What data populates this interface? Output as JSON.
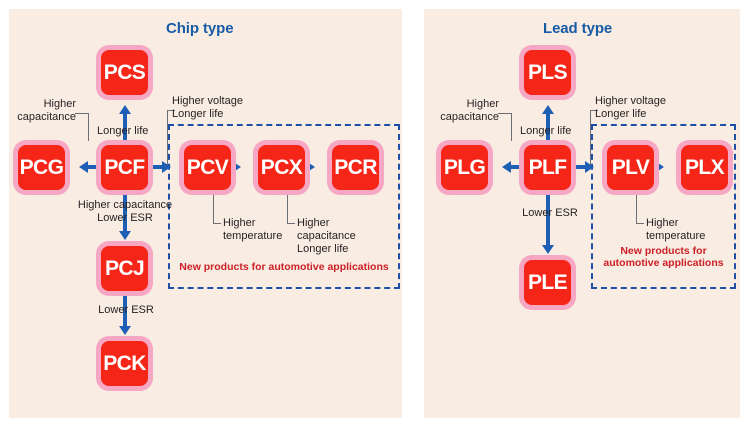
{
  "panels": [
    {
      "id": "chip",
      "title": "Chip type",
      "boxes": [
        {
          "code": "PCS"
        },
        {
          "code": "PCG"
        },
        {
          "code": "PCF"
        },
        {
          "code": "PCV"
        },
        {
          "code": "PCX"
        },
        {
          "code": "PCR"
        },
        {
          "code": "PCJ"
        },
        {
          "code": "PCK"
        }
      ],
      "notes": [
        {
          "id": "higher-capacitance-left",
          "text": "Higher\ncapacitance"
        },
        {
          "id": "longer-life-up",
          "text": "Longer life"
        },
        {
          "id": "higher-voltage-longer-life",
          "text": "Higher voltage\nLonger life"
        },
        {
          "id": "higher-capacitance-lower-esr",
          "text": "Higher capacitance\nLower ESR"
        },
        {
          "id": "lower-esr",
          "text": "Lower ESR"
        },
        {
          "id": "higher-temperature",
          "text": "Higher\ntemperature"
        },
        {
          "id": "higher-capacitance-longer-life",
          "text": "Higher\ncapacitance\nLonger life"
        }
      ],
      "dashed_caption": "New products for automotive applications"
    },
    {
      "id": "lead",
      "title": "Lead type",
      "boxes": [
        {
          "code": "PLS"
        },
        {
          "code": "PLG"
        },
        {
          "code": "PLF"
        },
        {
          "code": "PLV"
        },
        {
          "code": "PLX"
        },
        {
          "code": "PLE"
        }
      ],
      "notes": [
        {
          "id": "higher-capacitance-left",
          "text": "Higher\ncapacitance"
        },
        {
          "id": "longer-life-up",
          "text": "Longer life"
        },
        {
          "id": "higher-voltage-longer-life",
          "text": "Higher voltage\nLonger life"
        },
        {
          "id": "lower-esr",
          "text": "Lower ESR"
        },
        {
          "id": "higher-temperature",
          "text": "Higher\ntemperature"
        }
      ],
      "dashed_caption": "New products for\nautomotive applications"
    }
  ],
  "colors": {
    "background": "#f9ece2",
    "box_outer": "#f6a7c4",
    "box_inner": "#f52517",
    "box_text": "#ffffff",
    "title": "#175ba6",
    "arrow": "#1d5fb4",
    "dashed": "#1d4ea8",
    "caption": "#cc2026",
    "note": "#231f20",
    "leader": "#6d6e71"
  }
}
